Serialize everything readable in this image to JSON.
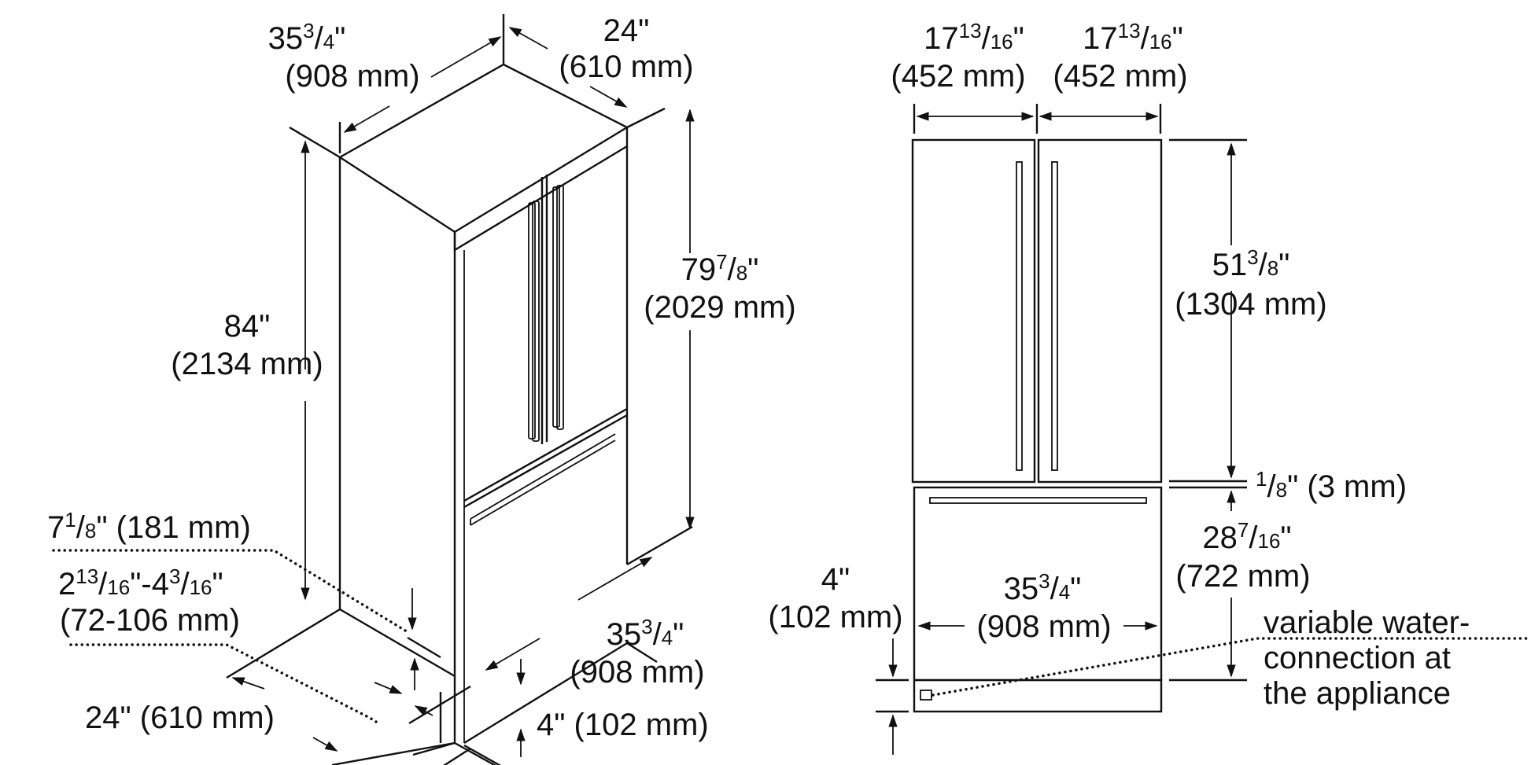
{
  "diagram": {
    "title": "Refrigerator installation dimensions",
    "colors": {
      "line": "#111111",
      "background": "#ffffff"
    },
    "isometric_view": {
      "top_width": {
        "whole": "35",
        "num": "3",
        "den": "4",
        "mm": "(908 mm)"
      },
      "top_depth": {
        "whole": "24",
        "mm": "(610 mm)"
      },
      "overall_height": {
        "whole": "84",
        "mm": "(2134 mm)"
      },
      "cabinet_height": {
        "whole": "79",
        "num": "7",
        "den": "8",
        "mm": "(2029 mm)"
      },
      "base_width": {
        "whole": "35",
        "num": "3",
        "den": "4",
        "mm": "(908 mm)"
      },
      "base_depth": {
        "text": "24\" (610 mm)"
      },
      "toe_kick": {
        "text": "4\" (102 mm)"
      },
      "water_offset": {
        "whole": "7",
        "num": "1",
        "den": "8",
        "rest": "\" (181 mm)"
      },
      "water_range": {
        "a_whole": "2",
        "a_num": "13",
        "a_den": "16",
        "b_whole": "4",
        "b_num": "3",
        "b_den": "16",
        "mm": "(72-106 mm)"
      }
    },
    "front_view": {
      "left_door_width": {
        "whole": "17",
        "num": "13",
        "den": "16",
        "mm": "(452 mm)"
      },
      "right_door_width": {
        "whole": "17",
        "num": "13",
        "den": "16",
        "mm": "(452 mm)"
      },
      "door_height": {
        "whole": "51",
        "num": "3",
        "den": "8",
        "mm": "(1304 mm)"
      },
      "gap": {
        "num": "1",
        "den": "8",
        "rest": "\" (3 mm)"
      },
      "drawer_height": {
        "whole": "28",
        "num": "7",
        "den": "16",
        "mm": "(722 mm)"
      },
      "overall_width": {
        "whole": "35",
        "num": "3",
        "den": "4",
        "mm": "(908 mm)"
      },
      "toe_kick_height": {
        "whole": "4",
        "mm": "(102 mm)"
      },
      "note": [
        "variable water-",
        "connection at",
        "the appliance"
      ]
    }
  }
}
